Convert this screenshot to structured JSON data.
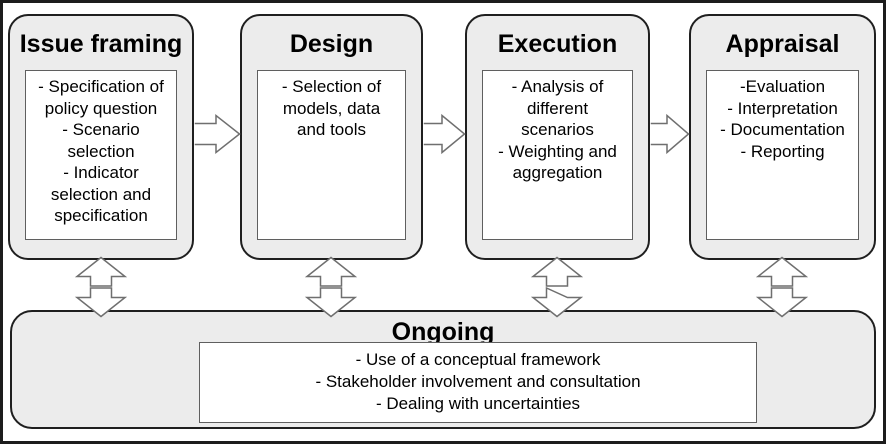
{
  "figure": {
    "type": "process-flow-diagram",
    "stages": [
      {
        "title": "Issue framing",
        "items": [
          [
            "- Specification of",
            "policy question"
          ],
          [
            "- Scenario",
            "selection"
          ],
          [
            "- Indicator",
            "selection and",
            "specification"
          ]
        ]
      },
      {
        "title": "Design",
        "items": [
          [
            "- Selection of",
            "models, data",
            "and tools"
          ]
        ]
      },
      {
        "title": "Execution",
        "items": [
          [
            "- Analysis of",
            "different",
            "scenarios"
          ],
          [
            "- Weighting and",
            "aggregation"
          ]
        ]
      },
      {
        "title": "Appraisal",
        "items": [
          [
            "-Evaluation"
          ],
          [
            "- Interpretation"
          ],
          [
            "- Documentation"
          ],
          [
            "- Reporting"
          ]
        ]
      }
    ],
    "ongoing": {
      "title": "Ongoing",
      "items": [
        "- Use of a conceptual framework",
        "- Stakeholder involvement and consultation",
        "- Dealing with uncertainties"
      ]
    },
    "icons": {
      "stage_connector": "right-block-arrow",
      "ongoing_connector": "vertical-double-block-arrow"
    },
    "colors": {
      "background": "#ffffff",
      "frame_border": "#1c1c1c",
      "box_fill": "#ececec",
      "box_border": "#1f1f1f",
      "inner_box_fill": "#ffffff",
      "inner_box_border": "#5f5f5f",
      "arrow_fill": "#ffffff",
      "arrow_stroke": "#6f6f6f",
      "text": "#000000"
    }
  }
}
